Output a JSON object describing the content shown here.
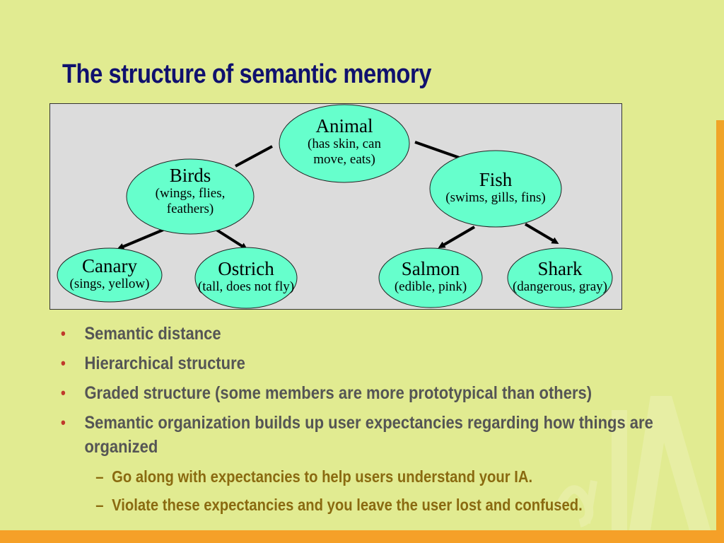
{
  "slide": {
    "title": "The structure of semantic memory"
  },
  "diagram": {
    "nodes": {
      "animal": {
        "name": "Animal",
        "desc": "(has skin, can move, eats)"
      },
      "birds": {
        "name": "Birds",
        "desc": "(wings, flies, feathers)"
      },
      "fish": {
        "name": "Fish",
        "desc": "(swims, gills, fins)"
      },
      "canary": {
        "name": "Canary",
        "desc": "(sings, yellow)"
      },
      "ostrich": {
        "name": "Ostrich",
        "desc": "(tall, does not fly)"
      },
      "salmon": {
        "name": "Salmon",
        "desc": "(edible, pink)"
      },
      "shark": {
        "name": "Shark",
        "desc": "(dangerous, gray)"
      }
    },
    "node_fill": "#66ffcc"
  },
  "bullets": [
    "Semantic distance",
    "Hierarchical structure",
    "Graded structure (some members are more prototypical than others)",
    "Semantic organization builds up user expectancies regarding how things are organized"
  ],
  "sub_bullets": [
    "Go along with expectancies to help users understand your IA.",
    "Violate these expectancies and you leave the user lost and confused."
  ],
  "markers": {
    "bullet": "•",
    "dash": "–"
  },
  "colors": {
    "background": "#e1eb91",
    "title": "#10116e",
    "bullet_text": "#555555",
    "sub_text": "#8a6a10",
    "accent": "#f5a028"
  },
  "watermark": "ia-logo"
}
